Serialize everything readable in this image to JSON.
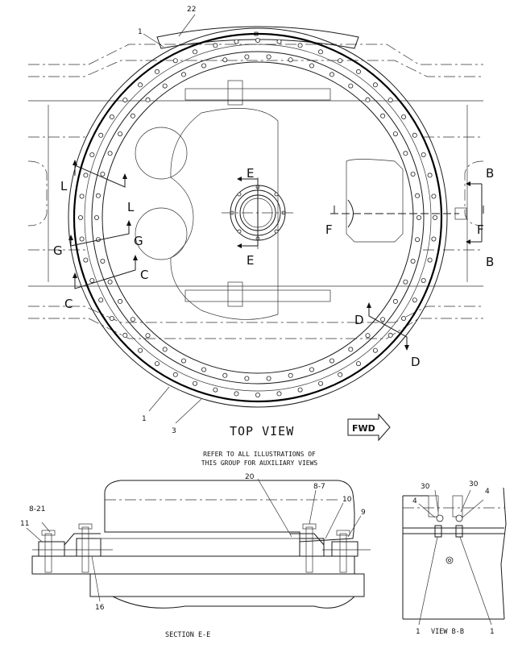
{
  "top_view": {
    "title": "TOP VIEW",
    "fwd_label": "FWD",
    "note_line1": "REFER TO ALL ILLUSTRATIONS OF",
    "note_line2": "THIS GROUP FOR AUXILIARY VIEWS",
    "callouts": {
      "c22": "22",
      "c1_top": "1",
      "c1_bottom": "1",
      "c3": "3"
    },
    "section_marks": {
      "L": "L",
      "G": "G",
      "C": "C",
      "E": "E",
      "F": "F",
      "B": "B",
      "D": "D"
    }
  },
  "section_ee": {
    "caption": "SECTION E-E",
    "callouts": {
      "c8_21": "8-21",
      "c11": "11",
      "c20": "20",
      "c8_7": "8-7",
      "c10": "10",
      "c9": "9",
      "c16": "16"
    }
  },
  "view_bb": {
    "caption": "VIEW B-B",
    "callouts": {
      "c4_left": "4",
      "c30_left": "30",
      "c30_right": "30",
      "c4_right": "4",
      "c1_left": "1",
      "c1_right": "1"
    }
  }
}
